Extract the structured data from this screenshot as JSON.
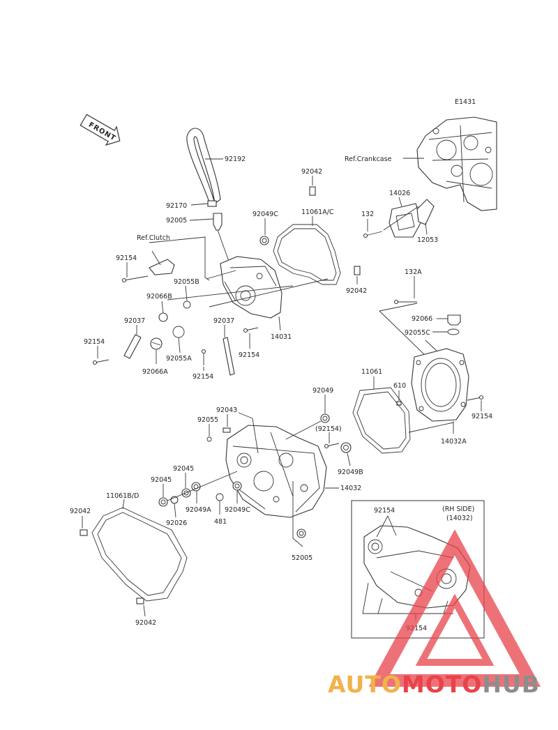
{
  "diagram": {
    "code": "E1431",
    "front_label": "FRONT",
    "refs": {
      "crankcase": "Ref.Crankcase",
      "clutch": "Ref.Clutch"
    },
    "rh_side": {
      "line1": "(RH SIDE)",
      "line2": "(14032)"
    },
    "labels": {
      "l92192": "92192",
      "l92042a": "92042",
      "l92170": "92170",
      "l92005": "92005",
      "l92049c_top": "92049C",
      "l11061ac": "11061A/C",
      "l92154a": "92154",
      "l92055b": "92055B",
      "l92066b": "92066B",
      "l92037a": "92037",
      "l92037b": "92037",
      "l92042b": "92042",
      "l14031": "14031",
      "l92154b": "92154",
      "l92066a": "92066A",
      "l92055a": "92055A",
      "l92154c": "92154",
      "l92154d": "92154",
      "l14026": "14026",
      "l132": "132",
      "l12053": "12053",
      "l132a": "132A",
      "l92066": "92066",
      "l92055c": "92055C",
      "l11061": "11061",
      "l610": "610",
      "l92154e": "92154",
      "l14032a": "14032A",
      "l92049": "92049",
      "l92043": "92043",
      "l92055": "92055",
      "l92154p": "(92154)",
      "l92049b": "92049B",
      "l92045a": "92045",
      "l92045b": "92045",
      "l14032": "14032",
      "l11061bd": "11061B/D",
      "l92049a": "92049A",
      "l92026": "92026",
      "l481": "481",
      "l92049c_low": "92049C",
      "l92042c": "92042",
      "l52005": "52005",
      "l92042d": "92042",
      "l92154f": "92154",
      "l92154g": "92154"
    }
  },
  "watermark": {
    "part1": "AUTO",
    "part2": "MOTO",
    "part3": "HUB"
  },
  "colors": {
    "ink": "#333333",
    "watermark_red": "#e8434b",
    "watermark_orange": "#f2b24a",
    "watermark_gray": "#8d8d8d"
  }
}
